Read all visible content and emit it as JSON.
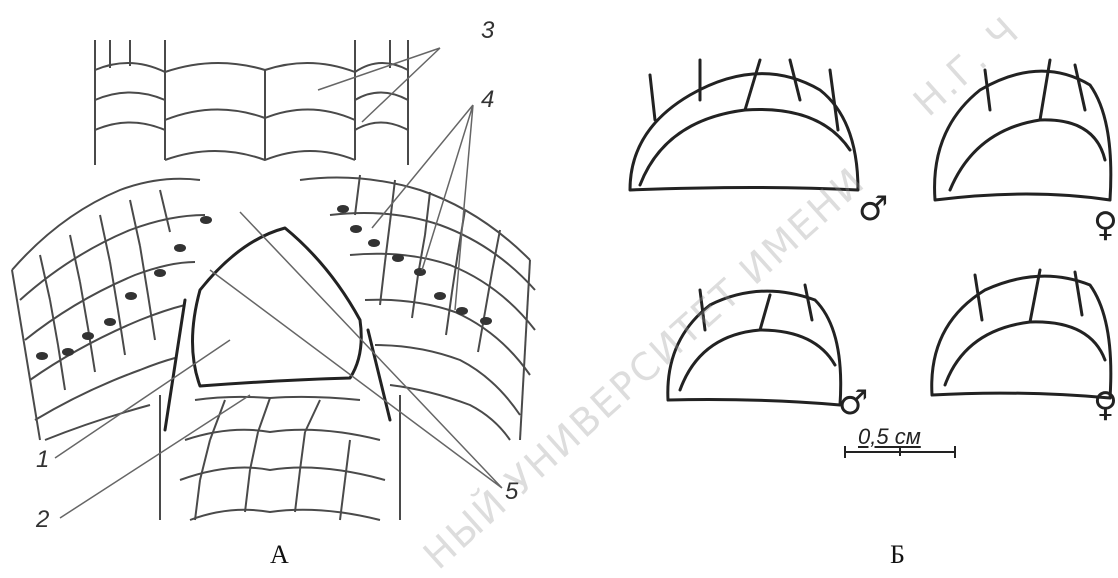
{
  "panel_a": {
    "label": "А",
    "callouts": [
      "1",
      "2",
      "3",
      "4",
      "5"
    ]
  },
  "panel_b": {
    "label": "Б",
    "symbols": [
      "♂",
      "♀",
      "♂",
      "♀"
    ],
    "scale_bar": "0,5 см"
  },
  "watermark": {
    "lower": "НЫЙ УНИВЕРСИТЕТ ИМЕНИ",
    "upper": "Н.Г. Ч"
  }
}
